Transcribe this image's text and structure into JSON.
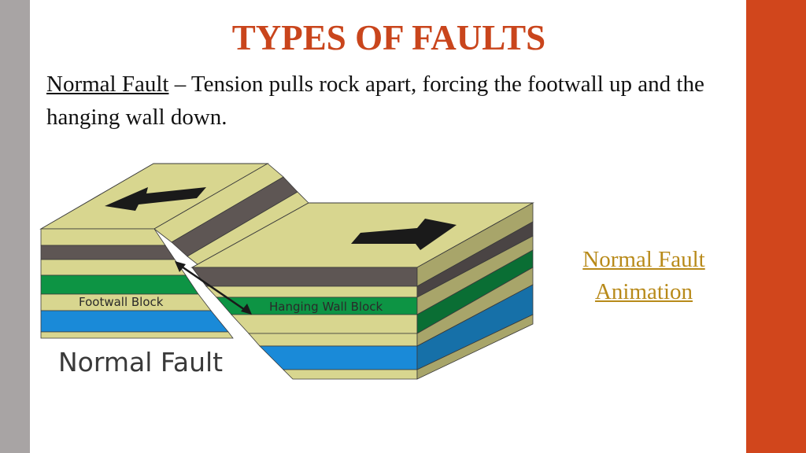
{
  "slide": {
    "title": "TYPES OF FAULTS",
    "term": "Normal Fault",
    "description": " – Tension pulls rock apart, forcing the footwall up and the hanging wall down."
  },
  "diagram": {
    "footwall_label": "Footwall Block",
    "hanging_wall_label": "Hanging Wall Block",
    "caption": "Normal Fault",
    "colors": {
      "tan": "#d8d68f",
      "tan_side": "#a8a56a",
      "gray": "#5e5654",
      "gray_side": "#4a4444",
      "green": "#0d9444",
      "green_side": "#0a6e34",
      "blue": "#1a8ad8",
      "blue_side": "#1670a8"
    }
  },
  "link": {
    "line1": "Normal Fault",
    "line2": "Animation",
    "color": "#b88a1a"
  },
  "theme": {
    "accent": "#d1461c",
    "left_bar": "#a8a4a4"
  }
}
